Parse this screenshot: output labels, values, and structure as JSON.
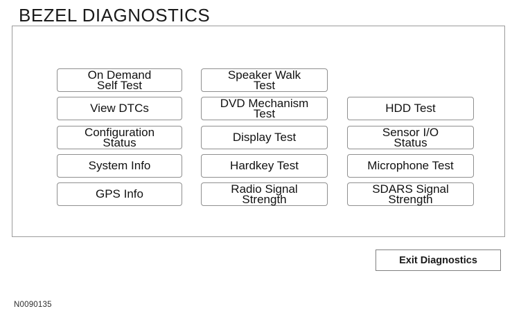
{
  "title": "BEZEL DIAGNOSTICS",
  "figure_label": "N0090135",
  "colors": {
    "background": "#ffffff",
    "panel_border": "#9b9b9b",
    "button_border": "#8e8e8e",
    "text": "#111111"
  },
  "buttons": {
    "on_demand_self_test": {
      "line1": "On Demand",
      "line2": "Self Test"
    },
    "view_dtcs": {
      "line1": "View DTCs",
      "line2": ""
    },
    "configuration_status": {
      "line1": "Configuration",
      "line2": "Status"
    },
    "system_info": {
      "line1": "System Info",
      "line2": ""
    },
    "gps_info": {
      "line1": "GPS Info",
      "line2": ""
    },
    "speaker_walk_test": {
      "line1": "Speaker Walk",
      "line2": "Test"
    },
    "dvd_mechanism_test": {
      "line1": "DVD Mechanism",
      "line2": "Test"
    },
    "display_test": {
      "line1": "Display Test",
      "line2": ""
    },
    "hardkey_test": {
      "line1": "Hardkey Test",
      "line2": ""
    },
    "radio_signal_strength": {
      "line1": "Radio Signal",
      "line2": "Strength"
    },
    "hdd_test": {
      "line1": "HDD Test",
      "line2": ""
    },
    "sensor_io_status": {
      "line1": "Sensor I/O",
      "line2": "Status"
    },
    "microphone_test": {
      "line1": "Microphone Test",
      "line2": ""
    },
    "sdars_signal_strength": {
      "line1": "SDARS Signal",
      "line2": "Strength"
    }
  },
  "exit_button": {
    "label": "Exit Diagnostics"
  }
}
